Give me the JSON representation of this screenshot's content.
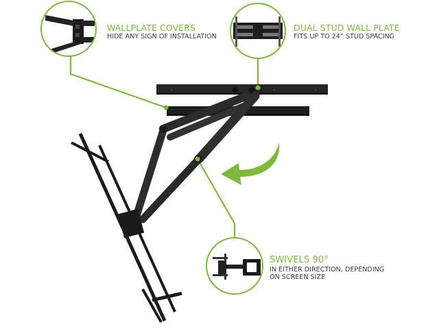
{
  "colors": {
    "accent_green": "#7dba3c",
    "mount_black": "#2a2a2a",
    "text_dark": "#3a3a3a",
    "background": "#ffffff"
  },
  "callouts": [
    {
      "id": "wallplate-covers",
      "title": "WALLPLATE COVERS",
      "subtitle": "HIDE ANY SIGN OF INSTALLATION",
      "icon": "wallplate-cover-closeup"
    },
    {
      "id": "dual-stud-wall-plate",
      "title": "DUAL STUD WALL PLATE",
      "subtitle": "FITS UP TO 24” STUD SPACING",
      "icon": "dual-stud-plate-closeup"
    },
    {
      "id": "swivels",
      "title": "SWIVELS 90°",
      "subtitle_lines": [
        "IN EITHER DIRECTION, DEPENDING",
        "ON SCREEN SIZE"
      ],
      "icon": "swivel-top-view-closeup"
    }
  ],
  "illustration": {
    "subject": "full-motion-tv-wall-mount",
    "rotation_arrow": "curved-green-arrow"
  }
}
